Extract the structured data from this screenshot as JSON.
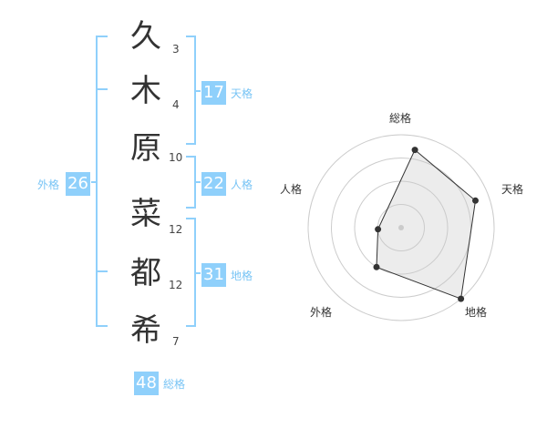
{
  "name_chars": [
    {
      "char": "久",
      "strokes": "3"
    },
    {
      "char": "木",
      "strokes": "4"
    },
    {
      "char": "原",
      "strokes": "10"
    },
    {
      "char": "菜",
      "strokes": "12"
    },
    {
      "char": "都",
      "strokes": "12"
    },
    {
      "char": "希",
      "strokes": "7"
    }
  ],
  "kaku": {
    "tenkaku": {
      "value": "17",
      "label": "天格"
    },
    "jinkaku": {
      "value": "22",
      "label": "人格"
    },
    "chikaku": {
      "value": "31",
      "label": "地格"
    },
    "gaikaku": {
      "value": "26",
      "label": "外格"
    },
    "soukaku": {
      "value": "48",
      "label": "総格"
    }
  },
  "radar": {
    "labels": {
      "soukaku": "総格",
      "tenkaku": "天格",
      "chikaku": "地格",
      "gaikaku": "外格",
      "jinkaku": "人格"
    },
    "levels": 4,
    "scores": {
      "soukaku": 0.85,
      "tenkaku": 0.85,
      "chikaku": 1.0,
      "gaikaku": 0.5,
      "jinkaku": 0.25
    }
  },
  "colors": {
    "accent": "#8fd0fb",
    "accent_text": "#78c4f5",
    "bracket": "#8fd0fb"
  }
}
